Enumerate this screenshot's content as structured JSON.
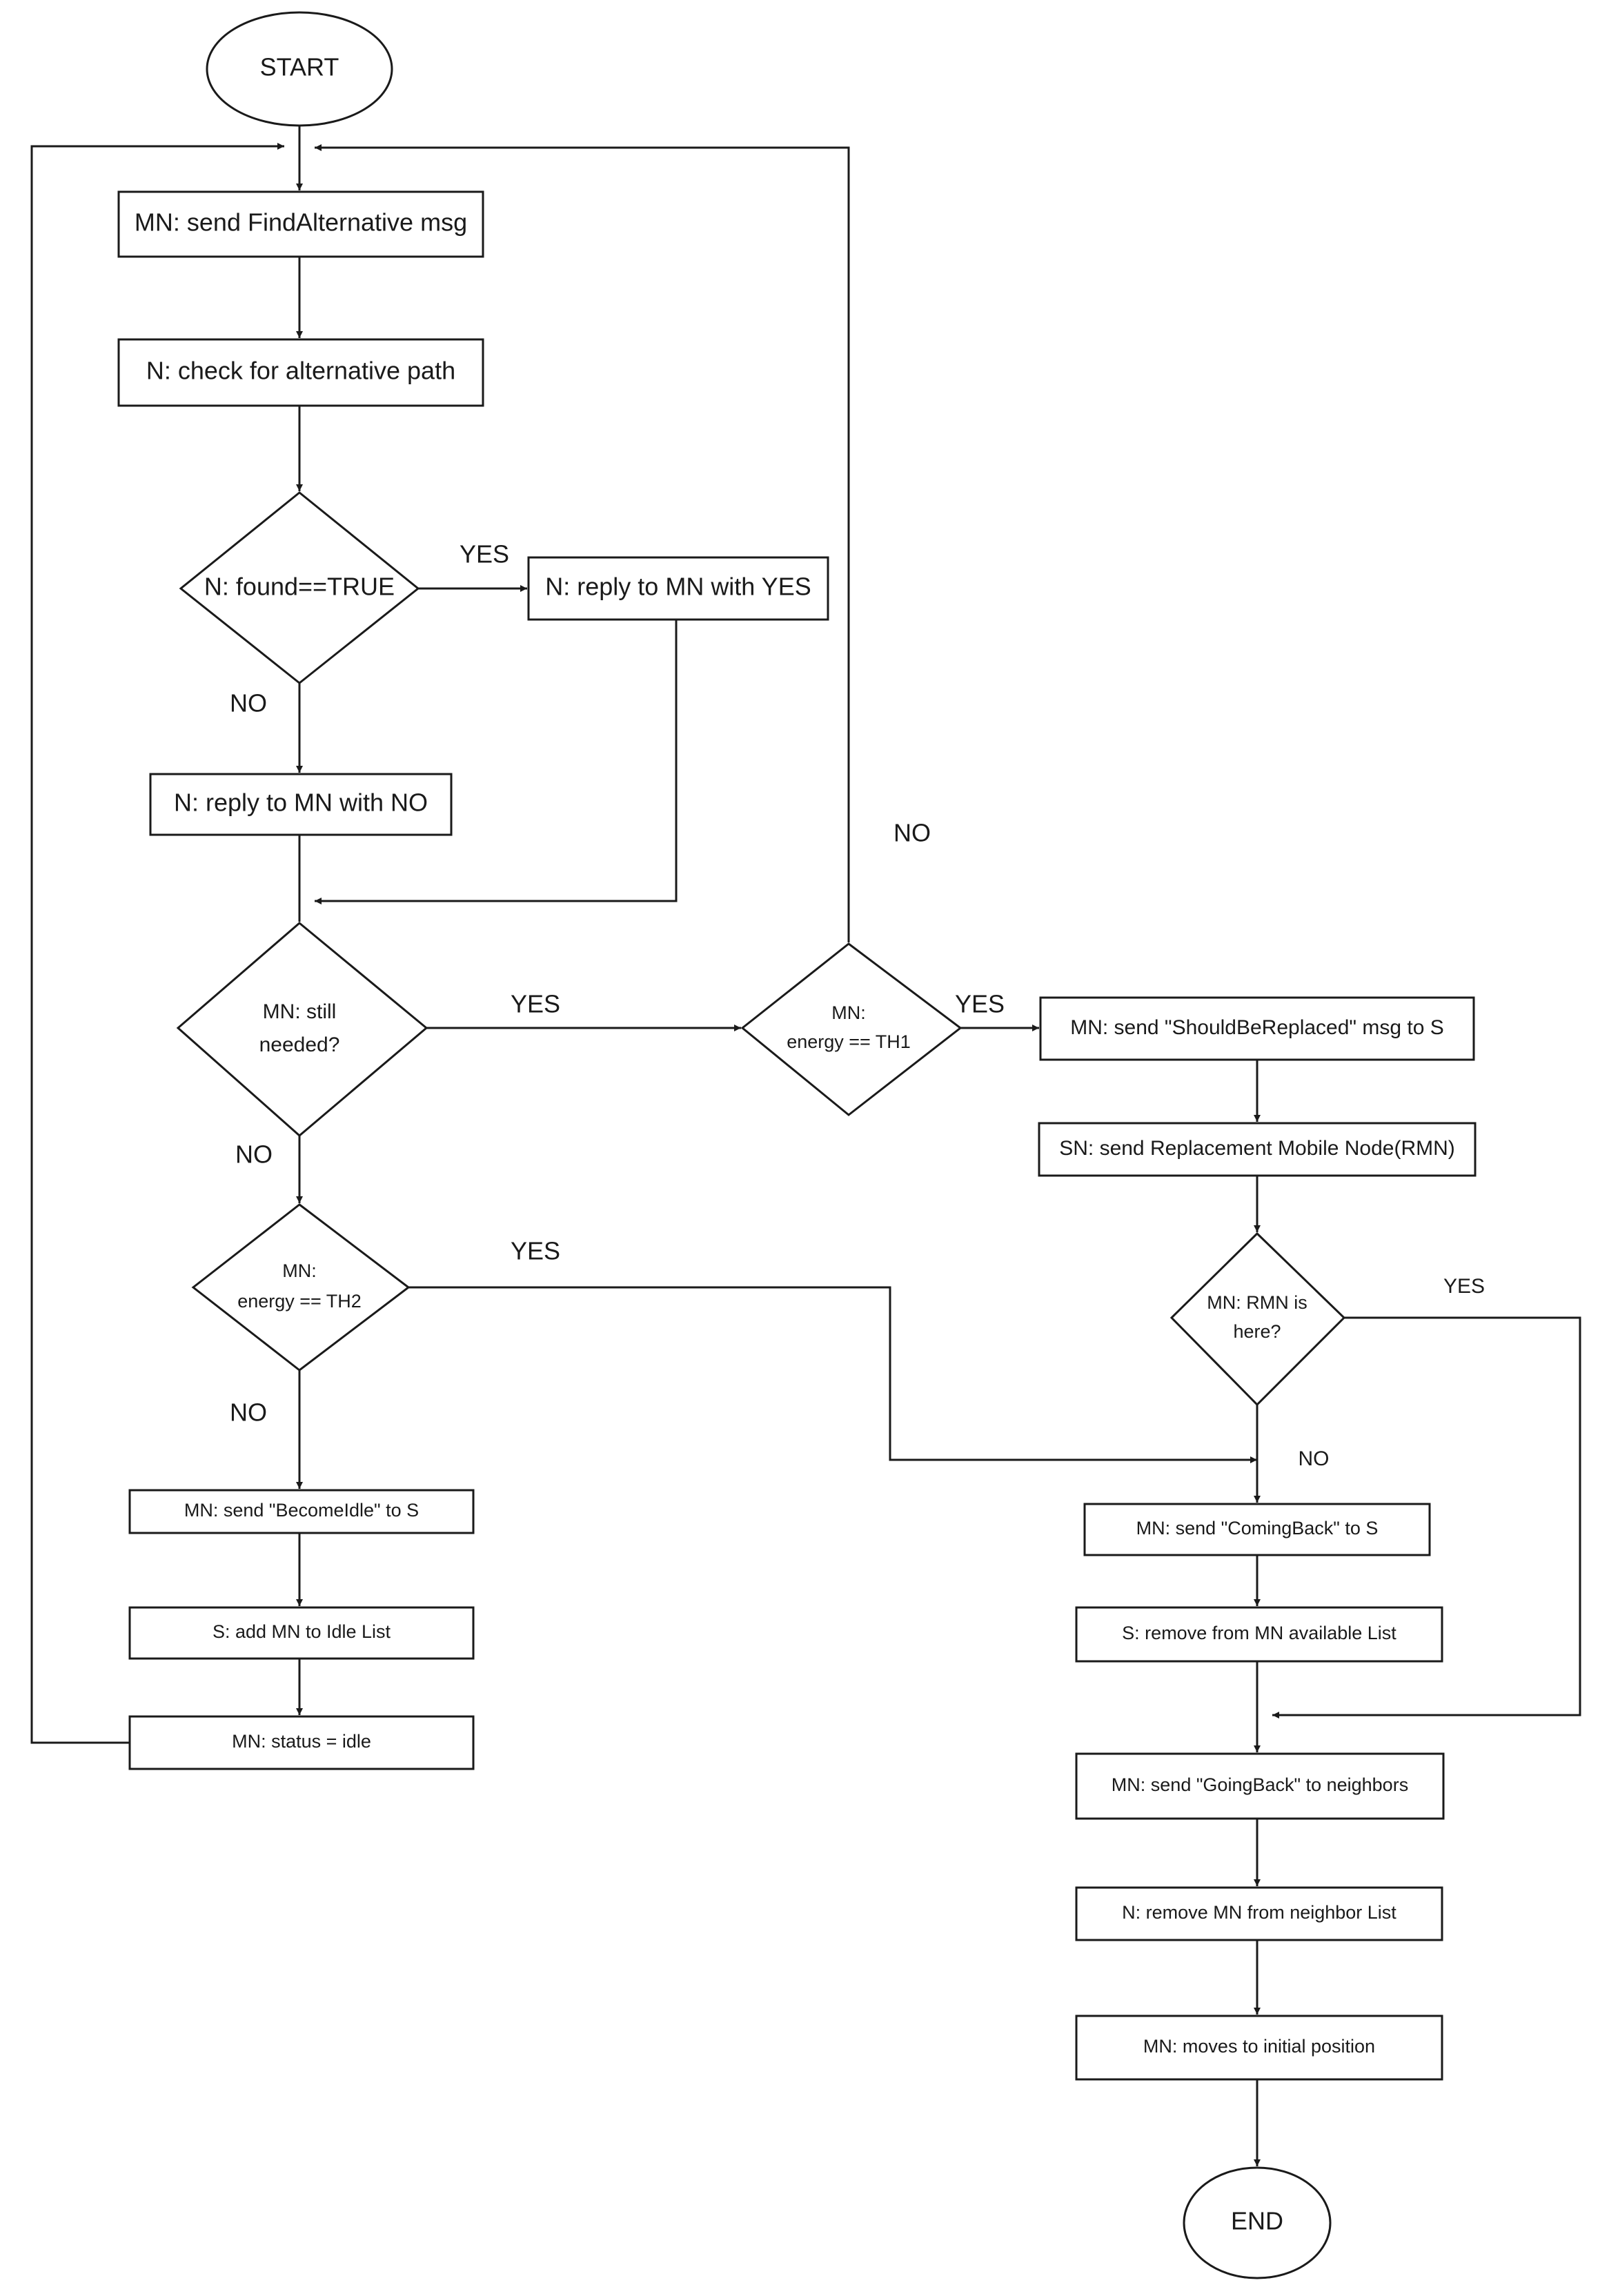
{
  "flowchart": {
    "nodes": {
      "start": "START",
      "send_find_alt": "MN: send FindAlternative msg",
      "check_alt_path": "N: check for alternative path",
      "found_decision": "N: found==TRUE",
      "reply_yes": "N: reply to MN with YES",
      "reply_no": "N: reply to MN with NO",
      "still_needed": [
        "MN: still",
        "needed?"
      ],
      "energy_th1": [
        "MN:",
        "energy == TH1"
      ],
      "energy_th2": [
        "MN:",
        "energy == TH2"
      ],
      "send_should_replace": "MN: send \"ShouldBeReplaced\" msg to S",
      "send_rmn": "SN: send Replacement Mobile Node(RMN)",
      "rmn_here": [
        "MN: RMN is",
        "here?"
      ],
      "send_become_idle": "MN: send \"BecomeIdle\" to S",
      "add_idle_list": "S: add MN to Idle List",
      "status_idle": "MN: status = idle",
      "send_coming_back": "MN: send \"ComingBack\" to S",
      "remove_available": "S: remove from MN available List",
      "send_going_back": "MN: send \"GoingBack\" to neighbors",
      "remove_neighbor": "N: remove MN from neighbor List",
      "moves_initial": "MN: moves to initial position",
      "end": "END"
    },
    "edge_labels": {
      "found_yes": "YES",
      "found_no": "NO",
      "needed_yes": "YES",
      "needed_no": "NO",
      "th1_yes": "YES",
      "th1_no": "NO",
      "th2_yes": "YES",
      "th2_no": "NO",
      "rmn_yes": "YES",
      "rmn_no": "NO"
    }
  }
}
